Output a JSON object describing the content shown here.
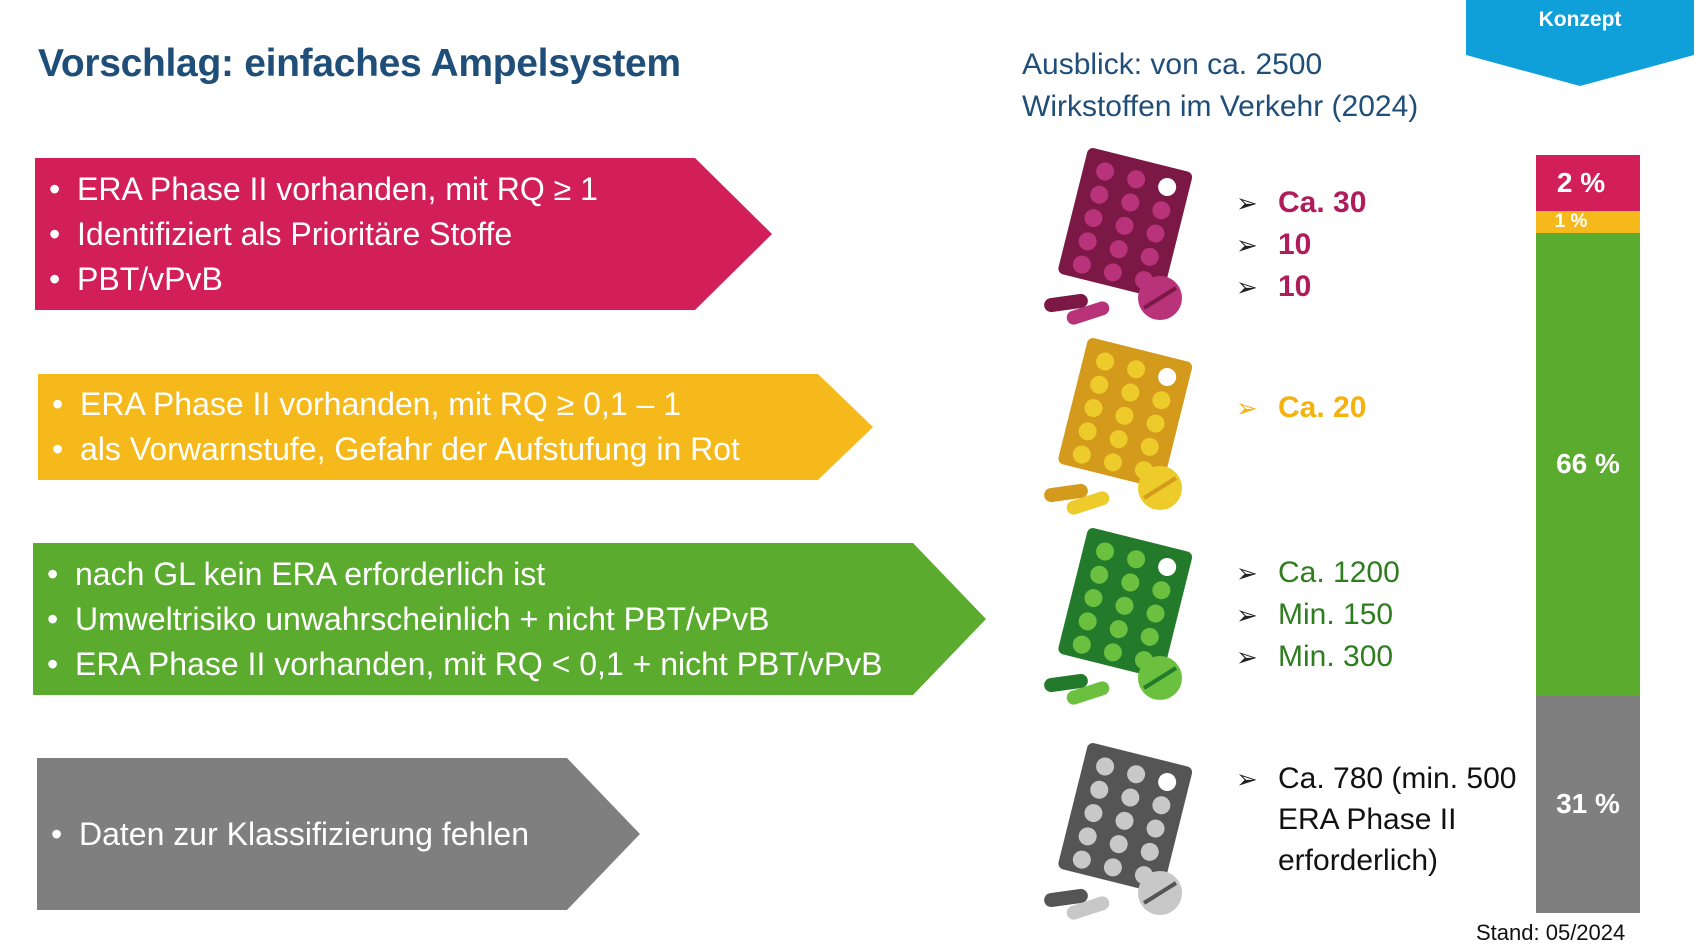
{
  "slide": {
    "title": "Vorschlag: einfaches Ampelsystem",
    "outlook_line1": "Ausblick: von ca. 2500",
    "outlook_line2": "Wirkstoffen im Verkehr (2024)",
    "tag": "Konzept",
    "stand": "Stand: 05/2024"
  },
  "categories": [
    {
      "color": "#d21f5a",
      "bullets": [
        "ERA Phase II vorhanden, mit RQ ≥ 1",
        "Identifiziert als Prioritäre Stoffe",
        "PBT/vPvB"
      ],
      "stats": [
        "Ca. 30",
        "10",
        "10"
      ],
      "pill_colors": [
        "#7b1846",
        "#b8337a"
      ]
    },
    {
      "color": "#f6b91b",
      "bullets": [
        "ERA Phase II vorhanden, mit RQ ≥ 0,1 – 1",
        "als Vorwarnstufe, Gefahr der Aufstufung in Rot"
      ],
      "stats": [
        "Ca. 20"
      ],
      "pill_colors": [
        "#d49a1c",
        "#eccb2a"
      ]
    },
    {
      "color": "#5aab2e",
      "bullets": [
        "nach GL kein ERA erforderlich ist",
        "Umweltrisiko unwahrscheinlich + nicht PBT/vPvB",
        "ERA Phase II vorhanden, mit RQ < 0,1 + nicht PBT/vPvB"
      ],
      "stats": [
        "Ca. 1200",
        "Min. 150",
        "Min. 300"
      ],
      "pill_colors": [
        "#237a2a",
        "#6cc03f"
      ]
    },
    {
      "color": "#7f7f7f",
      "bullets": [
        "Daten zur Klassifizierung fehlen"
      ],
      "stats": [
        "Ca. 780 (min. 500 ERA Phase II erforderlich)"
      ],
      "pill_colors": [
        "#555555",
        "#c8c8c8"
      ]
    }
  ],
  "distribution": {
    "segments": [
      {
        "label": "2 %",
        "value": 2,
        "color": "#d21f5a"
      },
      {
        "label": "1 %",
        "value": 1,
        "color": "#f6b91b"
      },
      {
        "label": "66 %",
        "value": 66,
        "color": "#5aab2e"
      },
      {
        "label": "31 %",
        "value": 31,
        "color": "#7f7f7f"
      }
    ]
  }
}
